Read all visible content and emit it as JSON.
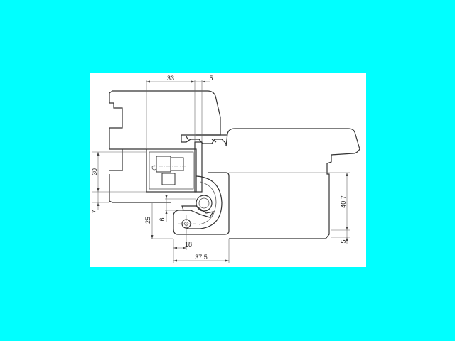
{
  "background_color": "#00ffff",
  "panel_color": "#ffffff",
  "line_color": "#333333",
  "drawing": {
    "subject": "concealed-hinge-cross-section",
    "dimensions": {
      "top_left": "33",
      "top_right": "5",
      "left_upper": "30",
      "left_lower": "7",
      "inner_vertical": "25",
      "inner_small": "6",
      "bottom_inner": "18",
      "bottom_outer": "37.5",
      "right_upper": "40.7",
      "right_lower": "5"
    }
  }
}
